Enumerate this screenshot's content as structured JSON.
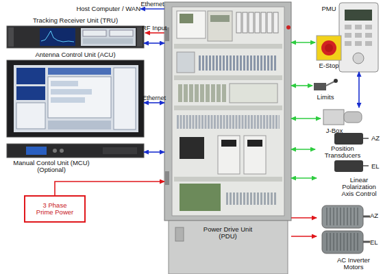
{
  "diagram": {
    "nodes": [
      {
        "text": [
          "Host Computer / WAN"
        ]
      },
      {
        "text": [
          "Tracking Receiver Unit (TRU)"
        ]
      },
      {
        "text": [
          "Antenna Control Unit (ACU)"
        ]
      },
      {
        "text": [
          "Manual Contol Unit (MCU) (Optional)"
        ]
      },
      {
        "text": [
          "3 Phase Prime Power"
        ]
      },
      {
        "text": [
          "Power Drive Unit (PDU)"
        ]
      },
      {
        "text": [
          "PMU"
        ]
      },
      {
        "text": [
          "E-Stop"
        ]
      },
      {
        "text": [
          "Limits"
        ]
      },
      {
        "text": [
          "J-Box"
        ]
      },
      {
        "text": [
          "Position Transducers"
        ]
      },
      {
        "text": [
          "Linear Polarization Axis Control"
        ]
      },
      {
        "text": [
          "AC Inverter Motors"
        ]
      }
    ],
    "edges": [
      {
        "from": 5,
        "to": 0,
        "arrow": "to",
        "label": "Ethernet"
      },
      {
        "from": 1,
        "to": 5,
        "arrow": "both"
      },
      {
        "from": 2,
        "to": 5,
        "arrow": "both",
        "label": "Ethernet"
      },
      {
        "from": 3,
        "to": 5,
        "arrow": "both"
      },
      {
        "from": 4,
        "to": 5,
        "arrow": "to"
      },
      {
        "from": 5,
        "to": 7,
        "arrow": "both"
      },
      {
        "from": 6,
        "to": 9,
        "arrow": "both"
      },
      {
        "from": 5,
        "to": 8,
        "arrow": "both"
      },
      {
        "from": 5,
        "to": 9,
        "arrow": "both"
      },
      {
        "from": 5,
        "to": 10,
        "arrow": "both"
      },
      {
        "from": 5,
        "to": 11,
        "arrow": "both"
      },
      {
        "from": 5,
        "to": 12,
        "arrow": "to"
      },
      {
        "from": 5,
        "to": 12,
        "arrow": "to"
      }
    ],
    "labels": [
      "RF Input",
      "AZ",
      "EL",
      "AZ",
      "EL"
    ]
  }
}
